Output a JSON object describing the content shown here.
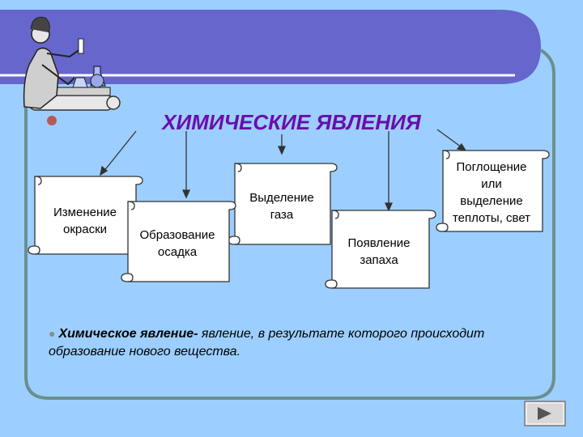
{
  "title": "ХИМИЧЕСКИЕ ЯВЛЕНИЯ",
  "scrolls": [
    {
      "id": "color",
      "label_lines": [
        "Изменение",
        "окраски"
      ]
    },
    {
      "id": "precipitate",
      "label_lines": [
        "Образование",
        "осадка"
      ]
    },
    {
      "id": "gas",
      "label_lines": [
        "Выделение",
        "газа"
      ]
    },
    {
      "id": "smell",
      "label_lines": [
        "Появление",
        "запаха"
      ]
    },
    {
      "id": "heat",
      "label_lines": [
        "Поглощение",
        "или",
        "выделение",
        "теплоты, свет"
      ]
    }
  ],
  "definition": {
    "term": "Химическое явление-",
    "text": " явление, в результате которого происходит образование нового вещества."
  },
  "colors": {
    "background": "#9ccfff",
    "banner": "#6666cc",
    "frame": "#6b8f8f",
    "title": "#6a0dad",
    "scroll_fill": "#ffffff"
  },
  "icons": {
    "decoration": "chemist-figure-icon",
    "navigation": "next-slide-arrow-icon"
  }
}
